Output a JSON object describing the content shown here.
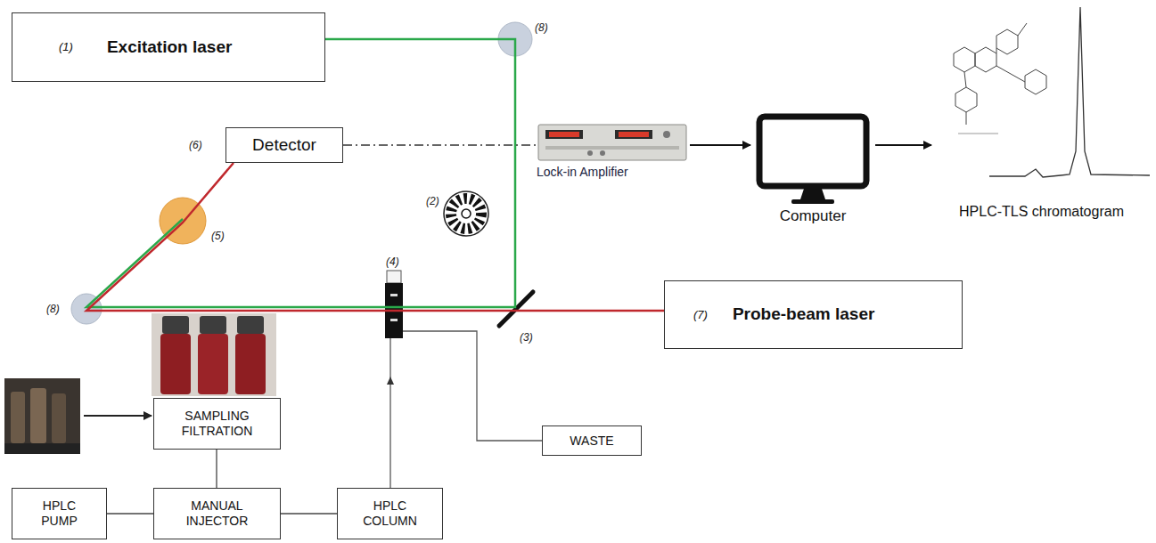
{
  "diagram": {
    "nodes": [
      {
        "text": [
          "(1)",
          "Excitation laser"
        ]
      },
      {
        "text": [
          "Detector"
        ]
      },
      {
        "text": [
          "Lock-in Amplifier"
        ]
      },
      {
        "text": [
          "Computer"
        ]
      },
      {
        "text": [
          "HPLC-TLS chromatogram"
        ]
      },
      {
        "text": [
          "(7)",
          "Probe-beam laser"
        ]
      },
      {
        "text": [
          "SAMPLING FILTRATION"
        ]
      },
      {
        "text": [
          "WASTE"
        ]
      },
      {
        "text": [
          "HPLC PUMP"
        ]
      },
      {
        "text": [
          "MANUAL INJECTOR"
        ]
      },
      {
        "text": [
          "HPLC COLUMN"
        ]
      }
    ],
    "edges": [
      {
        "from": 1,
        "to": 2,
        "arrow": "none"
      },
      {
        "from": 2,
        "to": 3,
        "arrow": "to"
      },
      {
        "from": 3,
        "to": 4,
        "arrow": "to"
      },
      {
        "from": 5,
        "to": 1,
        "arrow": "none"
      },
      {
        "from": 6,
        "to": 9,
        "arrow": "none"
      },
      {
        "from": 8,
        "to": 9,
        "arrow": "none"
      },
      {
        "from": 9,
        "to": 10,
        "arrow": "none"
      }
    ],
    "labels": [
      "(8)",
      "(6)",
      "(2)",
      "(5)",
      "(8)",
      "(4)",
      "(3)"
    ]
  }
}
